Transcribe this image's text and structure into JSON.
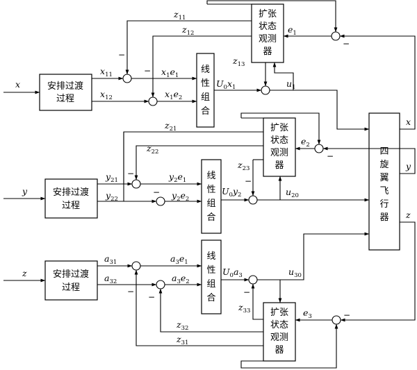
{
  "blocks": {
    "transient_x": [
      "安排过渡",
      "过程"
    ],
    "transient_y": [
      "安排过渡",
      "过程"
    ],
    "transient_z": [
      "安排过渡",
      "过程"
    ],
    "linear_1": [
      "线",
      "性",
      "组",
      "合"
    ],
    "linear_2": [
      "线",
      "性",
      "组",
      "合"
    ],
    "linear_3": [
      "线",
      "性",
      "组",
      "合"
    ],
    "eso_1": [
      "扩张",
      "状态",
      "观测",
      "器"
    ],
    "eso_2": [
      "扩张",
      "状态",
      "观测",
      "器"
    ],
    "eso_3": [
      "扩张",
      "状态",
      "观测",
      "器"
    ],
    "quadrotor": [
      "四",
      "旋",
      "翼",
      "飞",
      "行",
      "器"
    ]
  },
  "inputs": {
    "x": "x",
    "y": "y",
    "z": "z"
  },
  "outputs": {
    "x": "x",
    "y": "y",
    "z": "z"
  },
  "minus_sign": "−",
  "labels": {
    "x11": {
      "base": "x",
      "sub": "11"
    },
    "x12": {
      "base": "x",
      "sub": "12"
    },
    "z11": {
      "base": "z",
      "sub": "11"
    },
    "z12": {
      "base": "z",
      "sub": "12"
    },
    "z13": {
      "base": "z",
      "sub": "13"
    },
    "x1e1": {
      "b1": "x",
      "s1": "1",
      "b2": "e",
      "s2": "1"
    },
    "x1e2": {
      "b1": "x",
      "s1": "1",
      "b2": "e",
      "s2": "2"
    },
    "U0x1": {
      "b1": "U",
      "s1": "0",
      "b2": "x",
      "s2": "1"
    },
    "u1": {
      "base": "u",
      "sub": "1"
    },
    "e1": {
      "base": "e",
      "sub": "1"
    },
    "y21": {
      "base": "y",
      "sub": "21"
    },
    "y22": {
      "base": "y",
      "sub": "22"
    },
    "z21": {
      "base": "z",
      "sub": "21"
    },
    "z22": {
      "base": "z",
      "sub": "22"
    },
    "z23": {
      "base": "z",
      "sub": "23"
    },
    "y2e1": {
      "b1": "y",
      "s1": "2",
      "b2": "e",
      "s2": "1"
    },
    "y2e2": {
      "b1": "y",
      "s1": "2",
      "b2": "e",
      "s2": "2"
    },
    "U0y2": {
      "b1": "U",
      "s1": "0",
      "b2": "y",
      "s2": "2"
    },
    "u20": {
      "base": "u",
      "sub": "20"
    },
    "e2": {
      "base": "e",
      "sub": "2"
    },
    "a31": {
      "base": "a",
      "sub": "31"
    },
    "a32": {
      "base": "a",
      "sub": "32"
    },
    "z31": {
      "base": "z",
      "sub": "31"
    },
    "z32": {
      "base": "z",
      "sub": "32"
    },
    "z33": {
      "base": "z",
      "sub": "33"
    },
    "a3e1": {
      "b1": "a",
      "s1": "3",
      "b2": "e",
      "s2": "1"
    },
    "a3e2": {
      "b1": "a",
      "s1": "3",
      "b2": "e",
      "s2": "2"
    },
    "U0a3": {
      "b1": "U",
      "s1": "0",
      "b2": "a",
      "s2": "3"
    },
    "u30": {
      "base": "u",
      "sub": "30"
    },
    "e3": {
      "base": "e",
      "sub": "3"
    }
  }
}
